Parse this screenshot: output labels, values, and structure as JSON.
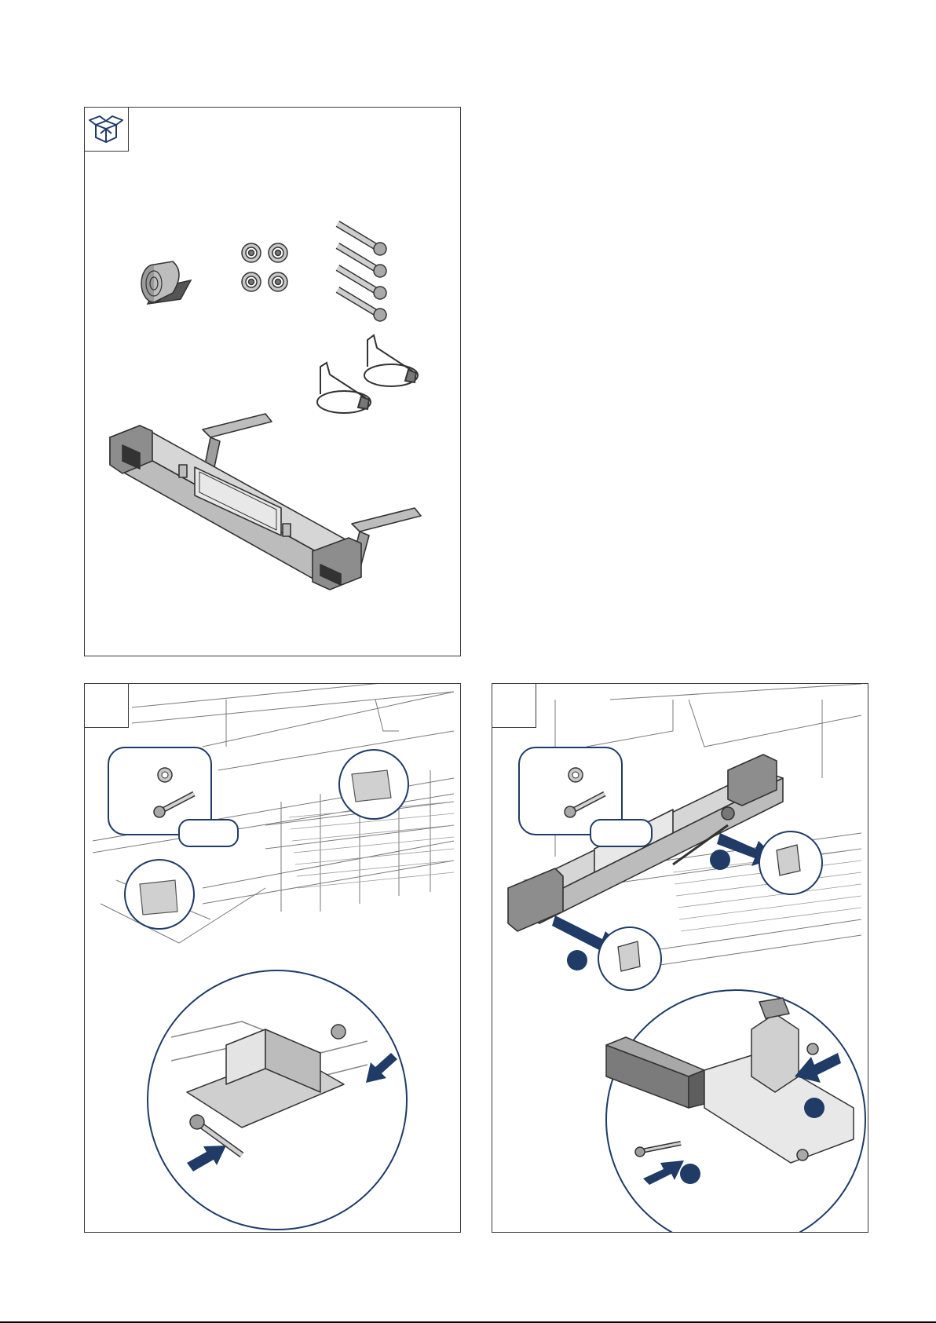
{
  "page": {
    "panels": [
      {
        "id": "parts-list",
        "icon": "open-box-icon",
        "step": ""
      },
      {
        "id": "step-a",
        "step": "",
        "callout_label": ""
      },
      {
        "id": "step-b",
        "step": "",
        "callout_label": ""
      }
    ]
  },
  "colors": {
    "accent": "#1f3b66",
    "line": "#3a3a3a",
    "fill_gray": "#bdbdbd",
    "fill_dark": "#6b6b6b"
  },
  "parts": {
    "tape_roll_count": 1,
    "nut_count": 4,
    "bolt_count": 4,
    "pin_clip_count": 2,
    "tow_bar_count": 1
  }
}
